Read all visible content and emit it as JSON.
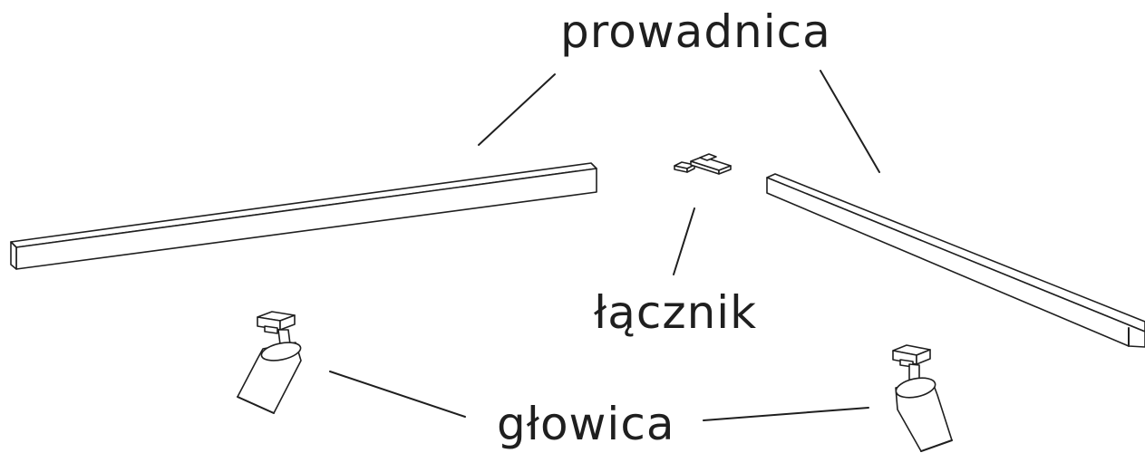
{
  "labels": {
    "track": "prowadnica",
    "connector": "łącznik",
    "head": "głowica"
  },
  "colors": {
    "line": "#1f1f1f",
    "background": "#ffffff"
  }
}
